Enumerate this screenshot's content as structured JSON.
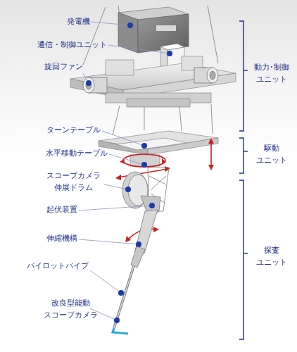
{
  "diagram": {
    "labels": [
      "発電機",
      "通信・制御ユニット",
      "旋回ファン",
      "ターンテーブル",
      "水平移動テーブル",
      "スコープカメラ 伸展ドラム",
      "起伏装置",
      "伸縮機構",
      "パイロットパイプ",
      "改良型能動 スコープカメラ",
      "動力･制御 ユニット",
      "駆動 ユニット",
      "探査 ユニット"
    ]
  }
}
